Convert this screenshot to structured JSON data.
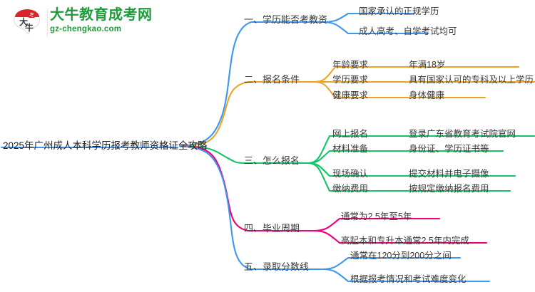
{
  "logo": {
    "mark_text": "大牛",
    "name_cn": "大牛教育成考网",
    "name_en": "gz-chengkao.com",
    "mark_color": "#d8252b",
    "text_color": "#1f9b3c"
  },
  "mindmap": {
    "root": "2025年广州成人本科学历报考教师资格证全攻略",
    "colors": {
      "blue": "#3d97ee",
      "orange": "#eda424",
      "green": "#14c466",
      "pink": "#f0007a"
    },
    "branches": [
      {
        "label": "一、学历能否考教资",
        "color": "#3d97ee",
        "children": [
          {
            "label": "国家承认的正规学历",
            "children": []
          },
          {
            "label": "成人高考、自学考试均可",
            "children": []
          }
        ]
      },
      {
        "label": "二、报名条件",
        "color": "#eda424",
        "children": [
          {
            "label": "年龄要求",
            "children": [
              {
                "label": "年满18岁"
              }
            ]
          },
          {
            "label": "学历要求",
            "children": [
              {
                "label": "具有国家认可的专科及以上学历"
              }
            ]
          },
          {
            "label": "健康要求",
            "children": [
              {
                "label": "身体健康"
              }
            ]
          }
        ]
      },
      {
        "label": "三、怎么报名",
        "color": "#14c466",
        "children": [
          {
            "label": "网上报名",
            "children": [
              {
                "label": "登录广东省教育考试院官网"
              }
            ]
          },
          {
            "label": "材料准备",
            "children": [
              {
                "label": "身份证、学历证书等"
              }
            ]
          },
          {
            "label": "现场确认",
            "children": [
              {
                "label": "提交材料并电子摄像"
              }
            ]
          },
          {
            "label": "缴纳费用",
            "children": [
              {
                "label": "按规定缴纳报名费用"
              }
            ]
          }
        ]
      },
      {
        "label": "四、毕业周期",
        "color": "#f0007a",
        "children": [
          {
            "label": "通常为2.5年至5年",
            "children": []
          },
          {
            "label": "高起本和专升本通常2.5年内完成",
            "children": []
          }
        ]
      },
      {
        "label": "五、录取分数线",
        "color": "#3d97ee",
        "children": [
          {
            "label": "通常在120分到200分之间",
            "children": []
          },
          {
            "label": "根据报考情况和考试难度变化",
            "children": []
          }
        ]
      }
    ]
  }
}
